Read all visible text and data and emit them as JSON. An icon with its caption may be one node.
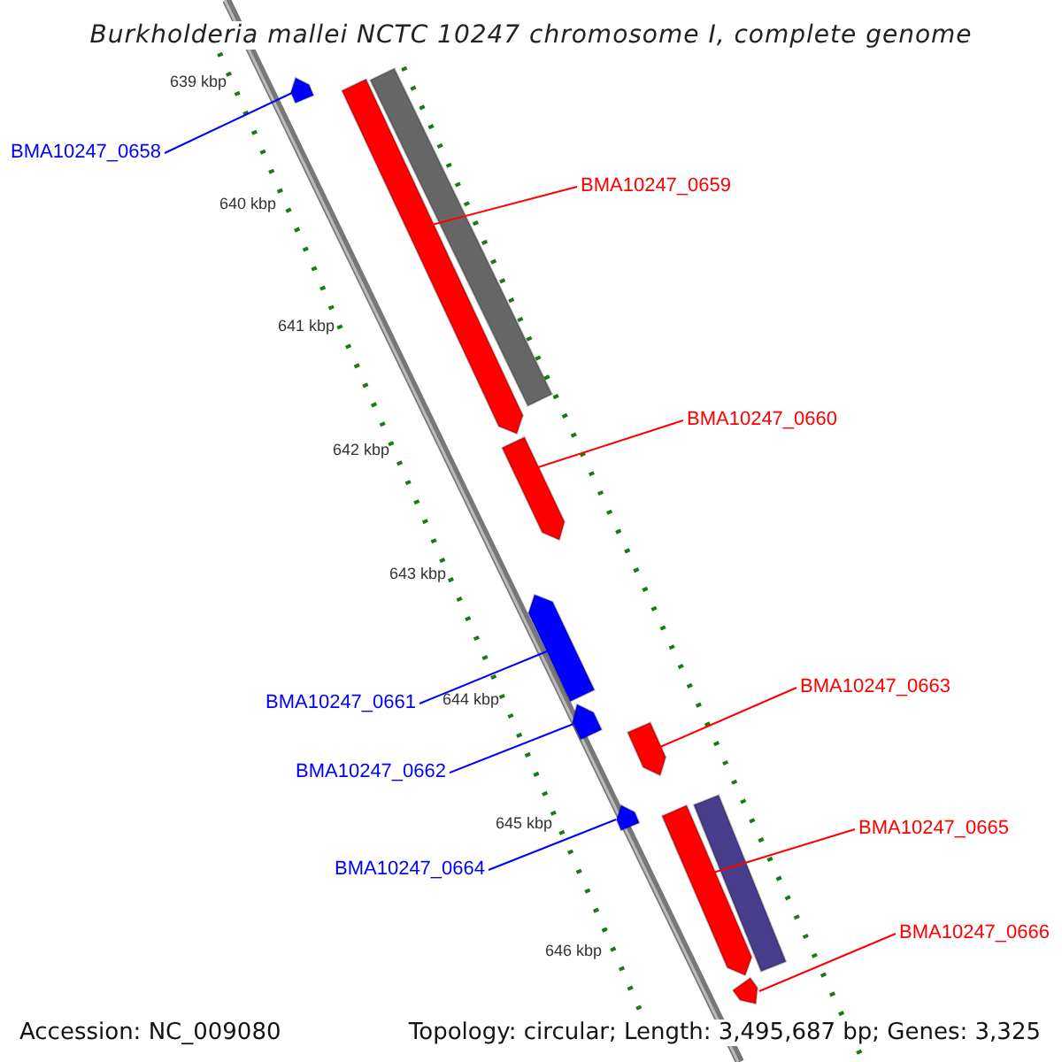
{
  "diagram": {
    "title": "Burkholderia mallei NCTC 10247 chromosome I, complete genome",
    "nodes": [
      {
        "text": [
          "BMA10247_0658"
        ]
      },
      {
        "text": [],
        "shape": "arrow"
      },
      {
        "text": [],
        "shape": "bar"
      },
      {
        "text": [],
        "shape": "arrow"
      },
      {
        "text": [
          "BMA10247_0659"
        ]
      },
      {
        "text": [],
        "shape": "arrow"
      },
      {
        "text": [
          "BMA10247_0660"
        ]
      },
      {
        "text": [],
        "shape": "arrow"
      },
      {
        "text": [
          "BMA10247_0661"
        ]
      },
      {
        "text": [],
        "shape": "arrow"
      },
      {
        "text": [
          "BMA10247_0662"
        ]
      },
      {
        "text": [],
        "shape": "arrow"
      },
      {
        "text": [
          "BMA10247_0663"
        ]
      },
      {
        "text": [],
        "shape": "arrow"
      },
      {
        "text": [
          "BMA10247_0664"
        ]
      },
      {
        "text": [],
        "shape": "arrow"
      },
      {
        "text": [],
        "shape": "bar"
      },
      {
        "text": [
          "BMA10247_0665"
        ]
      },
      {
        "text": [],
        "shape": "arrow"
      },
      {
        "text": [
          "BMA10247_0666"
        ]
      }
    ],
    "edges": [
      {
        "from": 0,
        "to": 1,
        "arrow": "none",
        "color": "#0000ff"
      },
      {
        "from": 4,
        "to": 3,
        "arrow": "none"
      },
      {
        "from": 6,
        "to": 5,
        "arrow": "none"
      },
      {
        "from": 8,
        "to": 7,
        "arrow": "none",
        "color": "#0000ff"
      },
      {
        "from": 10,
        "to": 9,
        "arrow": "none",
        "color": "#0000ff"
      },
      {
        "from": 12,
        "to": 11,
        "arrow": "none"
      },
      {
        "from": 14,
        "to": 13,
        "arrow": "none",
        "color": "#0000ff"
      },
      {
        "from": 17,
        "to": 15,
        "arrow": "none"
      },
      {
        "from": 19,
        "to": 18,
        "arrow": "none"
      }
    ],
    "labels": [
      "639 kbp",
      "640 kbp",
      "641 kbp",
      "642 kbp",
      "643 kbp",
      "644 kbp",
      "645 kbp",
      "646 kbp",
      "Accession: NC_009080",
      "Topology: circular; Length: 3,495,687 bp; Genes: 3,325"
    ]
  }
}
